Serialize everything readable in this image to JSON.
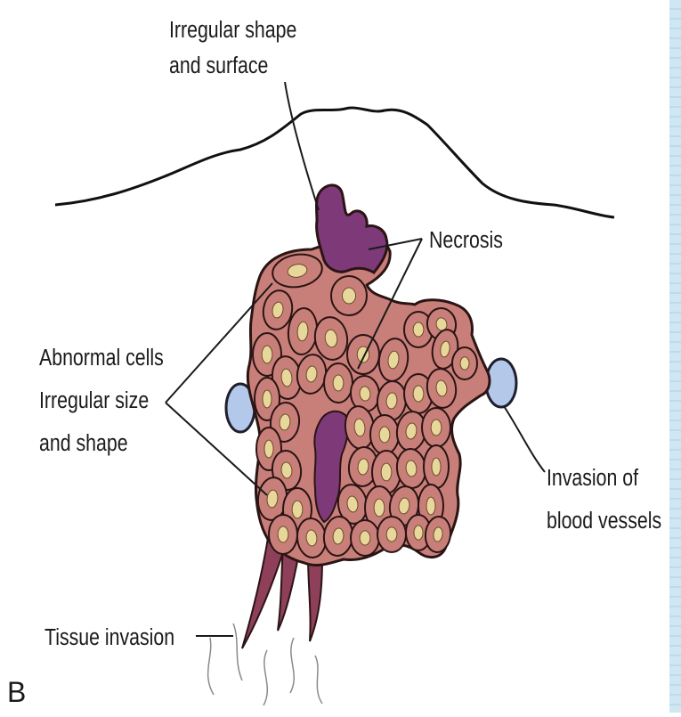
{
  "diagram": {
    "panel_label": "B",
    "labels": {
      "surface_line1": "Irregular shape",
      "surface_line2": "and surface",
      "necrosis": "Necrosis",
      "cells_line1": "Abnormal cells",
      "cells_line2": "Irregular size",
      "cells_line3": "and shape",
      "vessels_line1": "Invasion of",
      "vessels_line2": "blood vessels",
      "tissue": "Tissue invasion"
    },
    "colors": {
      "cell_fill": "#c97f79",
      "cell_outline": "#2a1414",
      "nucleus": "#e8d79a",
      "necrosis": "#7e3a78",
      "vessel": "#b4c8ea",
      "skin_line": "#111111",
      "background": "#ffffff",
      "edge_strip": "#cfe7f3"
    }
  }
}
